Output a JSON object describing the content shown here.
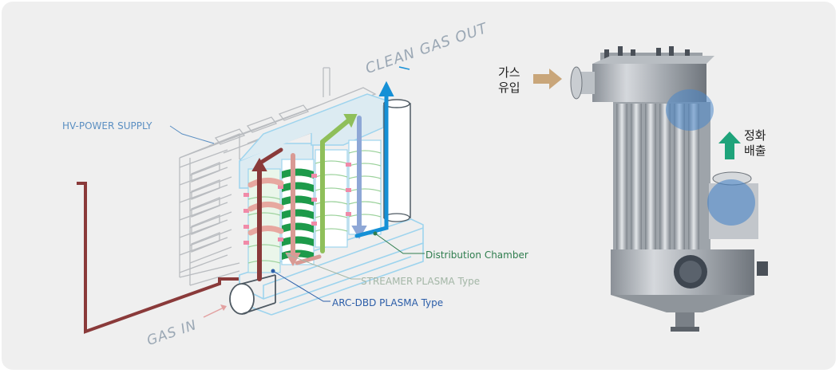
{
  "diagram": {
    "labels": {
      "hv_power_supply": "HV-POWER SUPPLY",
      "clean_gas_out": "CLEAN GAS OUT",
      "distribution_chamber": "Distribution Chamber",
      "streamer_plasma": "STREAMER PLASMA Type",
      "arc_dbd_plasma": "ARC-DBD PLASMA Type",
      "gas_in": "GAS IN"
    },
    "photo_labels": {
      "gas_inlet_line1": "가스",
      "gas_inlet_line2": "유입",
      "purified_exhaust_line1": "정화",
      "purified_exhaust_line2": "배출"
    },
    "colors": {
      "inlet_arrow": "#c9a67a",
      "outlet_arrow": "#1ea37a",
      "gas_path": "#8a3a3a",
      "clean_flow": "#1590d6",
      "streamer_green": "#1d9a4a"
    }
  }
}
